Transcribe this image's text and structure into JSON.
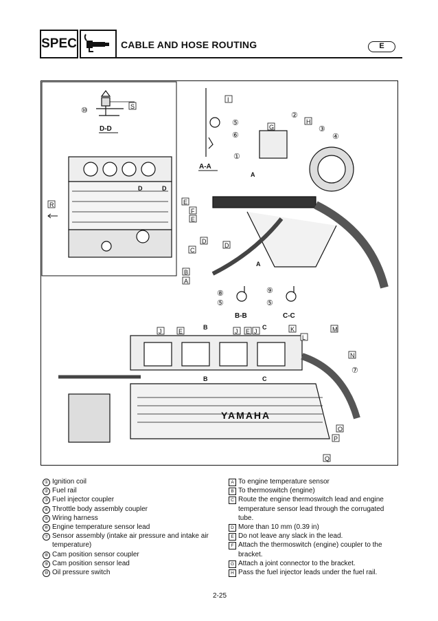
{
  "header": {
    "section_code": "SPEC",
    "title": "CABLE AND HOSE ROUTING",
    "language_badge": "E"
  },
  "figure": {
    "section_labels": {
      "dd": "D-D",
      "aa": "A-A",
      "bb": "B-B",
      "cc": "C-C",
      "a_callout": "A",
      "b_callout": "B",
      "c_callout": "C",
      "d_callout": "D"
    },
    "brand_lettering": "YAMAHA",
    "number_callouts": [
      "⑩",
      "⑤",
      "⑥",
      "①",
      "②",
      "③",
      "④",
      "⑧",
      "⑨",
      "⑦"
    ],
    "letter_callouts": [
      "S",
      "R",
      "I",
      "G",
      "H",
      "E",
      "F",
      "D",
      "C",
      "B",
      "A",
      "J",
      "K",
      "L",
      "M",
      "N",
      "O",
      "P",
      "Q"
    ]
  },
  "legend_left": [
    {
      "marker": "①",
      "text": "Ignition coil"
    },
    {
      "marker": "②",
      "text": "Fuel rail"
    },
    {
      "marker": "③",
      "text": "Fuel injector coupler"
    },
    {
      "marker": "④",
      "text": "Throttle body assembly coupler"
    },
    {
      "marker": "⑤",
      "text": "Wiring harness"
    },
    {
      "marker": "⑥",
      "text": "Engine temperature sensor lead"
    },
    {
      "marker": "⑦",
      "text": "Sensor assembly (intake air pressure and intake air temperature)"
    },
    {
      "marker": "⑧",
      "text": "Cam position sensor coupler"
    },
    {
      "marker": "⑨",
      "text": "Cam position sensor lead"
    },
    {
      "marker": "⑩",
      "text": "Oil pressure switch"
    }
  ],
  "legend_right": [
    {
      "marker": "A",
      "text": "To engine temperature sensor"
    },
    {
      "marker": "B",
      "text": "To thermoswitch (engine)"
    },
    {
      "marker": "C",
      "text": "Route the engine thermoswitch lead and engine temperature sensor lead through the corrugated tube."
    },
    {
      "marker": "D",
      "text": "More than 10 mm (0.39 in)"
    },
    {
      "marker": "E",
      "text": "Do not leave any slack in the lead."
    },
    {
      "marker": "F",
      "text": "Attach the thermoswitch (engine) coupler to the bracket."
    },
    {
      "marker": "G",
      "text": "Attach a joint connector to the bracket."
    },
    {
      "marker": "H",
      "text": "Pass the fuel injector leads under the fuel rail."
    }
  ],
  "page_number": "2-25"
}
